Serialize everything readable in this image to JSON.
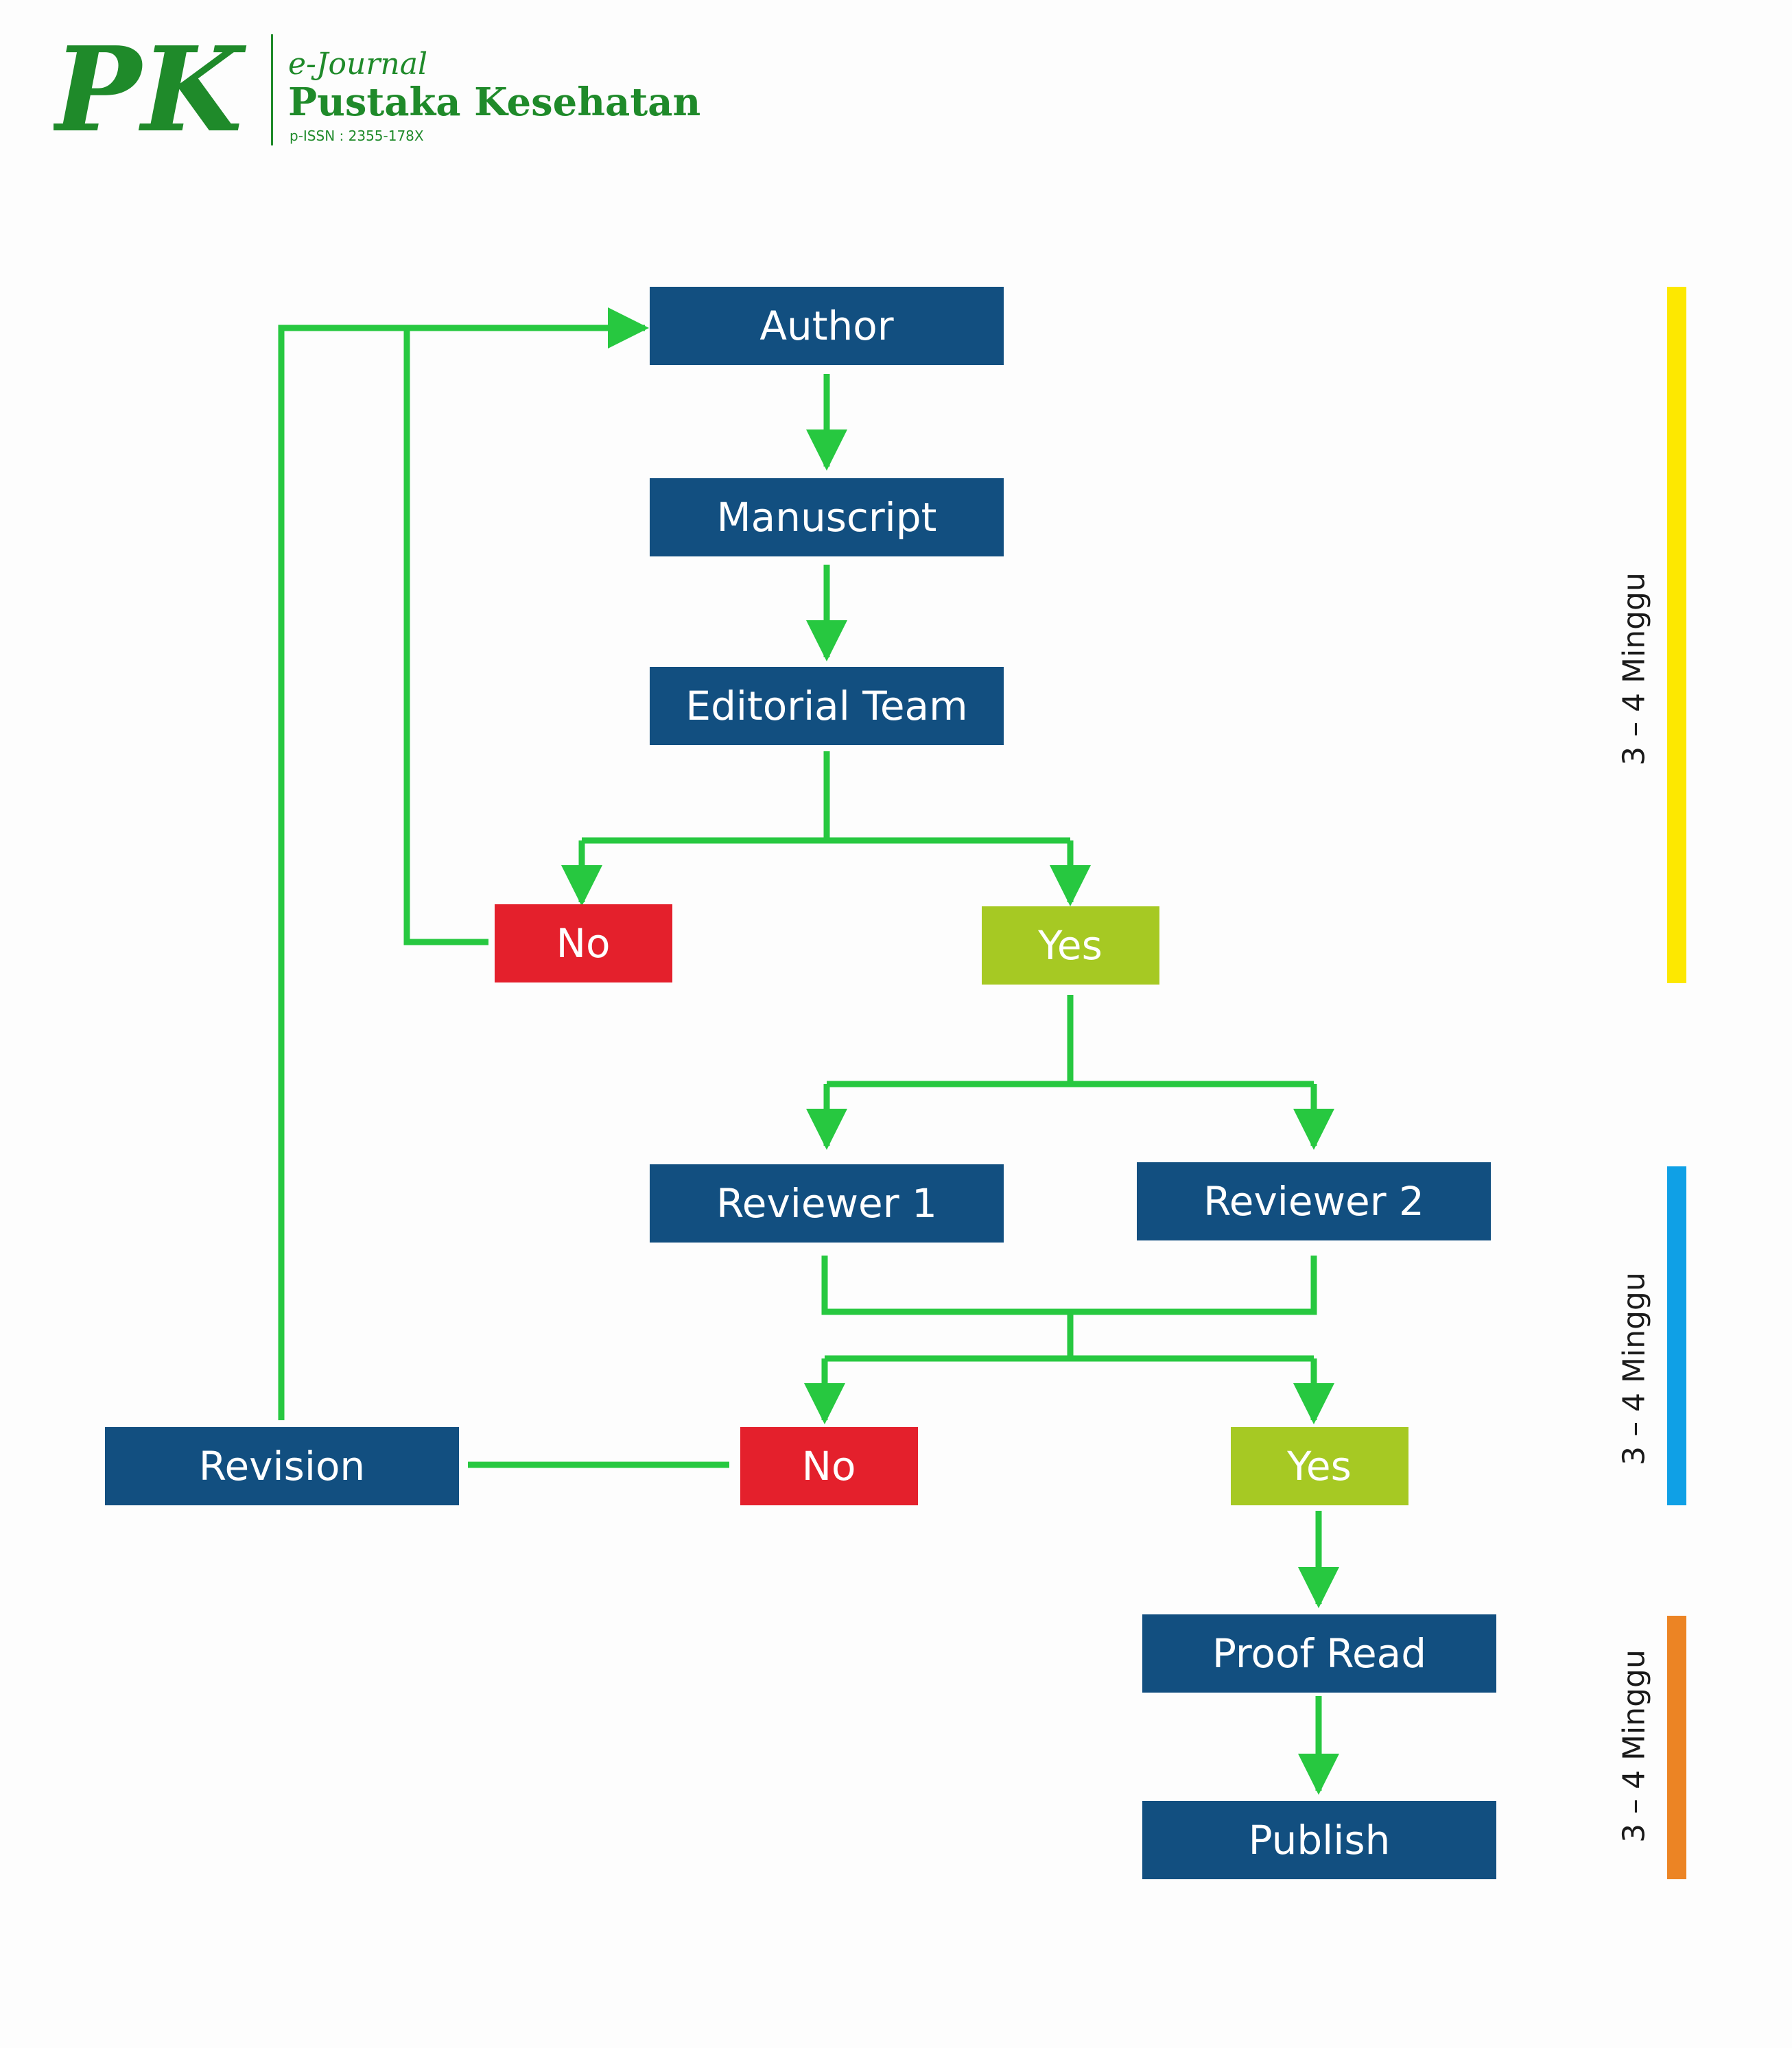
{
  "header": {
    "logo_monogram": "PK",
    "subtitle": "e-Journal",
    "title": "Pustaka Kesehatan",
    "issn": "p-ISSN : 2355-178X",
    "brand_color": "#1f8a2a"
  },
  "nodes": {
    "author": "Author",
    "manuscript": "Manuscript",
    "editorial_team": "Editorial Team",
    "no_editorial": "No",
    "yes_editorial": "Yes",
    "reviewer_1": "Reviewer 1",
    "reviewer_2": "Reviewer 2",
    "revision": "Revision",
    "no_review": "No",
    "yes_review": "Yes",
    "proof_read": "Proof Read",
    "publish": "Publish"
  },
  "periods": {
    "submission": "3 – 4 Minggu",
    "review": "3 – 4 Minggu",
    "publication": "3 – 4 Minggu"
  },
  "colors": {
    "process_box": "#124f80",
    "no_box": "#e4202c",
    "yes_box": "#a6c923",
    "connector": "#27c840",
    "period_submission": "#fde800",
    "period_review": "#0fa0e6",
    "period_publication": "#ec8424"
  }
}
